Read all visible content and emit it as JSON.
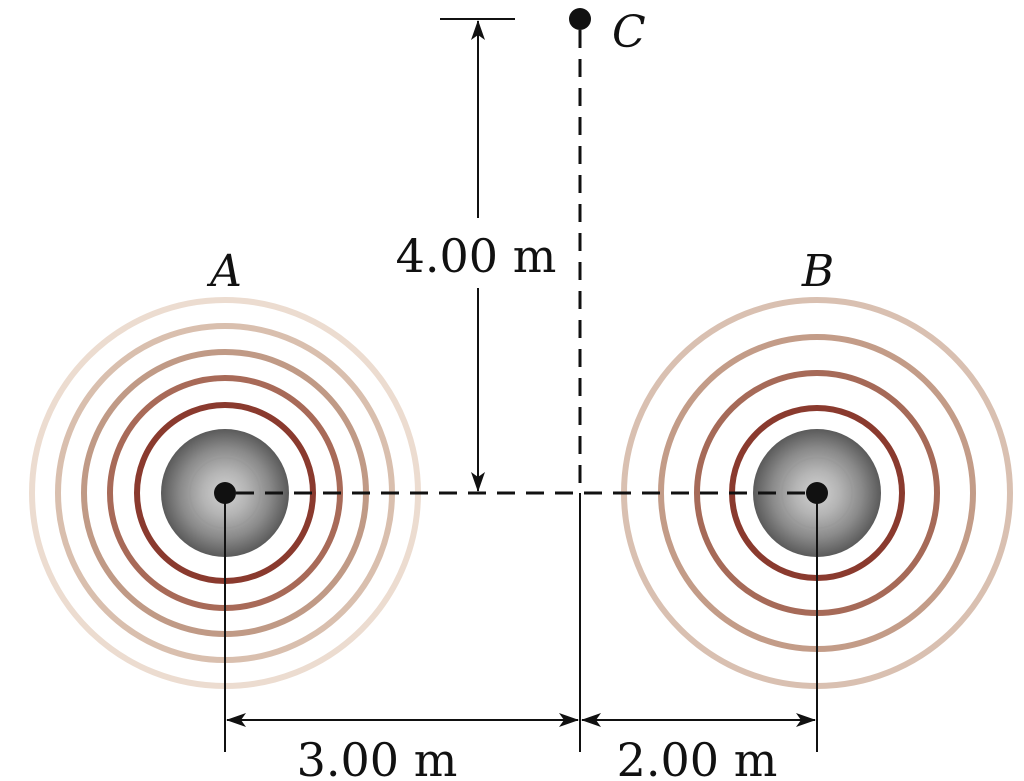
{
  "points": {
    "a_label": "A",
    "b_label": "B",
    "c_label": "C"
  },
  "dimensions": {
    "vertical": "4.00 m",
    "left": "3.00 m",
    "right": "2.00 m"
  },
  "colors": {
    "speaker_dark": "#5a5a5a",
    "speaker_light": "#c6c6c6",
    "ring_inner": "#8a3a2e",
    "ring_outer": "#ecdcd0"
  }
}
